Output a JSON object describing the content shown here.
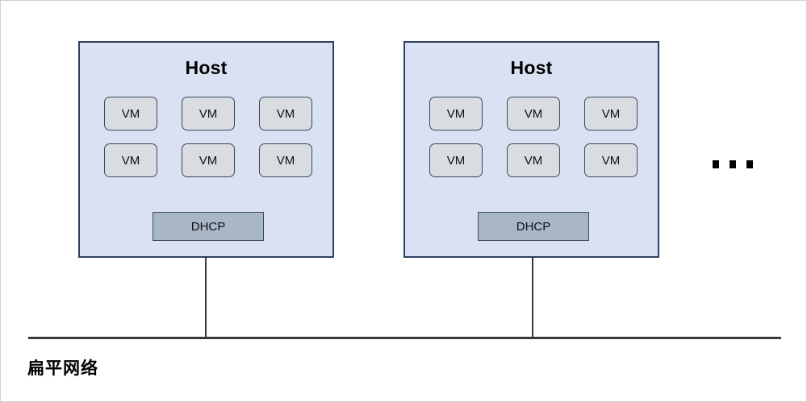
{
  "diagram": {
    "title": "扁平网络",
    "network_label": "扁平网络",
    "colors": {
      "host_fill": "#dae1f3",
      "host_border": "#2f3f63",
      "vm_fill": "#d9dce0",
      "vm_border": "#3a4a5e",
      "dhcp_fill": "#a8b6c8",
      "dhcp_border": "#3a4a5e",
      "line": "#3a3a3a",
      "text": "#000000",
      "canvas": "#ffffff"
    },
    "hosts": [
      {
        "title": "Host",
        "vms": [
          {
            "label": "VM"
          },
          {
            "label": "VM"
          },
          {
            "label": "VM"
          },
          {
            "label": "VM"
          },
          {
            "label": "VM"
          },
          {
            "label": "VM"
          }
        ],
        "dhcp": {
          "label": "DHCP"
        }
      },
      {
        "title": "Host",
        "vms": [
          {
            "label": "VM"
          },
          {
            "label": "VM"
          },
          {
            "label": "VM"
          },
          {
            "label": "VM"
          },
          {
            "label": "VM"
          },
          {
            "label": "VM"
          }
        ],
        "dhcp": {
          "label": "DHCP"
        }
      }
    ],
    "ellipsis": {
      "icon": "horizontal-ellipsis-icon",
      "dot_count": 3
    }
  }
}
